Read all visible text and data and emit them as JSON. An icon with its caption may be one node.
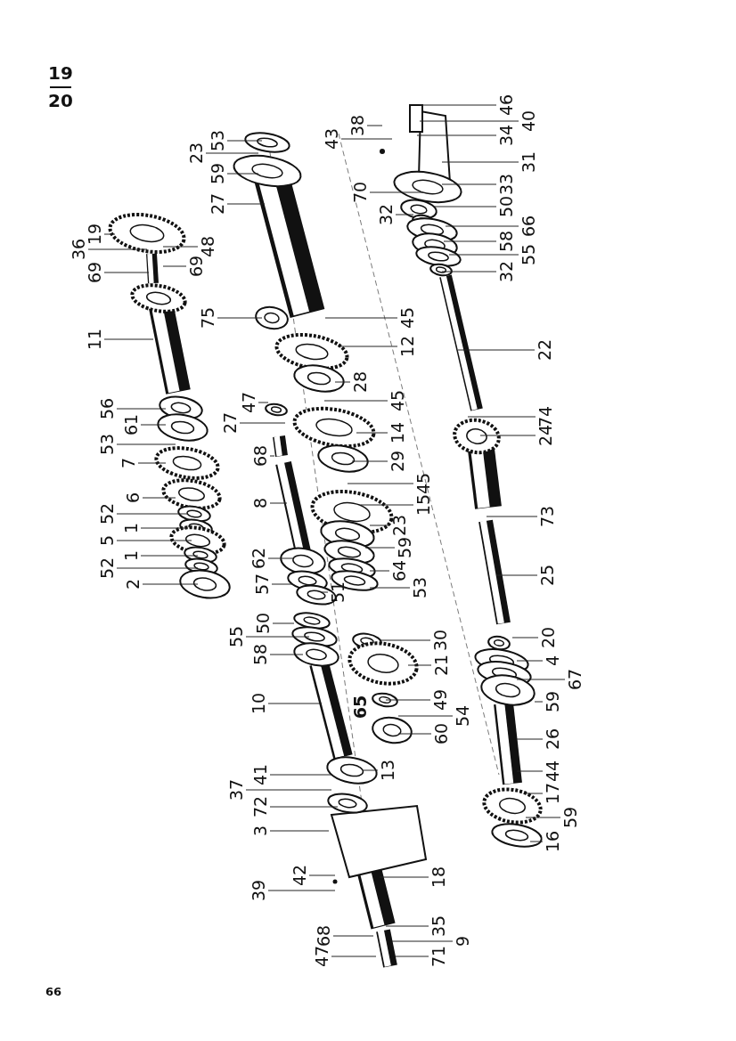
{
  "diagram": {
    "nodes": [
      {
        "text": [
          "53"
        ]
      },
      {
        "text": [
          "23"
        ]
      },
      {
        "text": [
          "59"
        ]
      },
      {
        "text": [
          "27"
        ]
      },
      {
        "text": [
          "43"
        ]
      },
      {
        "text": [
          "38"
        ]
      },
      {
        "text": [
          "46"
        ]
      },
      {
        "text": [
          "40"
        ]
      },
      {
        "text": [
          "34"
        ]
      },
      {
        "text": [
          "31"
        ]
      },
      {
        "text": [
          "33"
        ]
      },
      {
        "text": [
          "70"
        ]
      },
      {
        "text": [
          "50"
        ]
      },
      {
        "text": [
          "32"
        ]
      },
      {
        "text": [
          "66"
        ]
      },
      {
        "text": [
          "58"
        ]
      },
      {
        "text": [
          "55"
        ]
      },
      {
        "text": [
          "32"
        ]
      },
      {
        "text": [
          "19"
        ]
      },
      {
        "text": [
          "36"
        ]
      },
      {
        "text": [
          "48"
        ]
      },
      {
        "text": [
          "69"
        ]
      },
      {
        "text": [
          "69"
        ]
      },
      {
        "text": [
          "75"
        ]
      },
      {
        "text": [
          "45"
        ]
      },
      {
        "text": [
          "11"
        ]
      },
      {
        "text": [
          "12"
        ]
      },
      {
        "text": [
          "22"
        ]
      },
      {
        "text": [
          "28"
        ]
      },
      {
        "text": [
          "45"
        ]
      },
      {
        "text": [
          "56"
        ]
      },
      {
        "text": [
          "47"
        ]
      },
      {
        "text": [
          "61"
        ]
      },
      {
        "text": [
          "27"
        ]
      },
      {
        "text": [
          "74"
        ]
      },
      {
        "text": [
          "14"
        ]
      },
      {
        "text": [
          "24"
        ]
      },
      {
        "text": [
          "53"
        ]
      },
      {
        "text": [
          "68"
        ]
      },
      {
        "text": [
          "29"
        ]
      },
      {
        "text": [
          "7"
        ]
      },
      {
        "text": [
          "45"
        ]
      },
      {
        "text": [
          "6"
        ]
      },
      {
        "text": [
          "8"
        ]
      },
      {
        "text": [
          "15"
        ]
      },
      {
        "text": [
          "52"
        ]
      },
      {
        "text": [
          "73"
        ]
      },
      {
        "text": [
          "1"
        ]
      },
      {
        "text": [
          "23"
        ]
      },
      {
        "text": [
          "5"
        ]
      },
      {
        "text": [
          "59"
        ]
      },
      {
        "text": [
          "1"
        ]
      },
      {
        "text": [
          "62"
        ]
      },
      {
        "text": [
          "52"
        ]
      },
      {
        "text": [
          "64"
        ]
      },
      {
        "text": [
          "25"
        ]
      },
      {
        "text": [
          "53"
        ]
      },
      {
        "text": [
          "2"
        ]
      },
      {
        "text": [
          "57"
        ]
      },
      {
        "text": [
          "51"
        ]
      },
      {
        "text": [
          "50"
        ]
      },
      {
        "text": [
          "55"
        ]
      },
      {
        "text": [
          "30"
        ]
      },
      {
        "text": [
          "20"
        ]
      },
      {
        "text": [
          "58"
        ]
      },
      {
        "text": [
          "4"
        ]
      },
      {
        "text": [
          "21"
        ]
      },
      {
        "text": [
          "67"
        ]
      },
      {
        "text": [
          "59"
        ]
      },
      {
        "text": [
          "49"
        ]
      },
      {
        "text": [
          "10"
        ]
      },
      {
        "text": [
          "54"
        ]
      },
      {
        "text": [
          "60"
        ]
      },
      {
        "text": [
          "26"
        ]
      },
      {
        "text": [
          "13"
        ]
      },
      {
        "text": [
          "41"
        ]
      },
      {
        "text": [
          "44"
        ]
      },
      {
        "text": [
          "37"
        ]
      },
      {
        "text": [
          "17"
        ]
      },
      {
        "text": [
          "72"
        ]
      },
      {
        "text": [
          "59"
        ]
      },
      {
        "text": [
          "3"
        ]
      },
      {
        "text": [
          "16"
        ]
      },
      {
        "text": [
          "42"
        ]
      },
      {
        "text": [
          "18"
        ]
      },
      {
        "text": [
          "39"
        ]
      },
      {
        "text": [
          "35"
        ]
      },
      {
        "text": [
          "68"
        ]
      },
      {
        "text": [
          "9"
        ]
      },
      {
        "text": [
          "47"
        ]
      },
      {
        "text": [
          "71"
        ]
      }
    ],
    "edges": [
      {
        "from": 0,
        "to": null,
        "arrow": "none"
      },
      {
        "from": 1,
        "to": null,
        "arrow": "none"
      },
      {
        "from": 2,
        "to": null,
        "arrow": "none"
      },
      {
        "from": 3,
        "to": null,
        "arrow": "none"
      },
      {
        "from": 4,
        "to": null,
        "arrow": "none"
      },
      {
        "from": 5,
        "to": null,
        "arrow": "none"
      },
      {
        "from": 6,
        "to": null,
        "arrow": "none"
      },
      {
        "from": 7,
        "to": null,
        "arrow": "none"
      },
      {
        "from": 8,
        "to": null,
        "arrow": "none"
      },
      {
        "from": 9,
        "to": null,
        "arrow": "none"
      },
      {
        "from": 10,
        "to": null,
        "arrow": "none"
      },
      {
        "from": 11,
        "to": null,
        "arrow": "none"
      },
      {
        "from": 12,
        "to": null,
        "arrow": "none"
      },
      {
        "from": 13,
        "to": null,
        "arrow": "none"
      },
      {
        "from": 14,
        "to": null,
        "arrow": "none"
      },
      {
        "from": 15,
        "to": null,
        "arrow": "none"
      },
      {
        "from": 16,
        "to": null,
        "arrow": "none"
      },
      {
        "from": 17,
        "to": null,
        "arrow": "none"
      },
      {
        "from": 18,
        "to": null,
        "arrow": "none"
      },
      {
        "from": 19,
        "to": null,
        "arrow": "none"
      },
      {
        "from": 20,
        "to": null,
        "arrow": "none"
      },
      {
        "from": 21,
        "to": null,
        "arrow": "none"
      },
      {
        "from": 22,
        "to": null,
        "arrow": "none"
      },
      {
        "from": 23,
        "to": null,
        "arrow": "none"
      },
      {
        "from": 24,
        "to": null,
        "arrow": "none"
      },
      {
        "from": 25,
        "to": null,
        "arrow": "none"
      },
      {
        "from": 26,
        "to": null,
        "arrow": "none"
      },
      {
        "from": 27,
        "to": null,
        "arrow": "none"
      },
      {
        "from": 28,
        "to": null,
        "arrow": "none"
      },
      {
        "from": 29,
        "to": null,
        "arrow": "none"
      },
      {
        "from": 30,
        "to": null,
        "arrow": "none"
      },
      {
        "from": 31,
        "to": null,
        "arrow": "none"
      },
      {
        "from": 32,
        "to": null,
        "arrow": "none"
      },
      {
        "from": 33,
        "to": null,
        "arrow": "none"
      },
      {
        "from": 34,
        "to": null,
        "arrow": "none"
      },
      {
        "from": 35,
        "to": null,
        "arrow": "none"
      },
      {
        "from": 36,
        "to": null,
        "arrow": "none"
      },
      {
        "from": 37,
        "to": null,
        "arrow": "none"
      },
      {
        "from": 38,
        "to": null,
        "arrow": "none"
      },
      {
        "from": 39,
        "to": null,
        "arrow": "none"
      },
      {
        "from": 40,
        "to": null,
        "arrow": "none"
      },
      {
        "from": 41,
        "to": null,
        "arrow": "none"
      },
      {
        "from": 42,
        "to": null,
        "arrow": "none"
      },
      {
        "from": 43,
        "to": null,
        "arrow": "none"
      },
      {
        "from": 44,
        "to": null,
        "arrow": "none"
      },
      {
        "from": 45,
        "to": null,
        "arrow": "none"
      },
      {
        "from": 46,
        "to": null,
        "arrow": "none"
      },
      {
        "from": 47,
        "to": null,
        "arrow": "none"
      },
      {
        "from": 48,
        "to": null,
        "arrow": "none"
      },
      {
        "from": 49,
        "to": null,
        "arrow": "none"
      },
      {
        "from": 50,
        "to": null,
        "arrow": "none"
      },
      {
        "from": 51,
        "to": null,
        "arrow": "none"
      },
      {
        "from": 52,
        "to": null,
        "arrow": "none"
      },
      {
        "from": 53,
        "to": null,
        "arrow": "none"
      },
      {
        "from": 54,
        "to": null,
        "arrow": "none"
      },
      {
        "from": 55,
        "to": null,
        "arrow": "none"
      },
      {
        "from": 56,
        "to": null,
        "arrow": "none"
      },
      {
        "from": 57,
        "to": null,
        "arrow": "none"
      },
      {
        "from": 58,
        "to": null,
        "arrow": "none"
      },
      {
        "from": 59,
        "to": null,
        "arrow": "none"
      },
      {
        "from": 60,
        "to": null,
        "arrow": "none"
      },
      {
        "from": 61,
        "to": null,
        "arrow": "none"
      },
      {
        "from": 62,
        "to": null,
        "arrow": "none"
      },
      {
        "from": 63,
        "to": null,
        "arrow": "none"
      },
      {
        "from": 64,
        "to": null,
        "arrow": "none"
      },
      {
        "from": 65,
        "to": null,
        "arrow": "none"
      },
      {
        "from": 66,
        "to": null,
        "arrow": "none"
      },
      {
        "from": 67,
        "to": null,
        "arrow": "none"
      },
      {
        "from": 68,
        "to": null,
        "arrow": "none"
      },
      {
        "from": 69,
        "to": null,
        "arrow": "none"
      },
      {
        "from": 70,
        "to": null,
        "arrow": "none"
      },
      {
        "from": 71,
        "to": null,
        "arrow": "none"
      },
      {
        "from": 72,
        "to": null,
        "arrow": "none"
      },
      {
        "from": 73,
        "to": null,
        "arrow": "none"
      },
      {
        "from": 74,
        "to": null,
        "arrow": "none"
      },
      {
        "from": 75,
        "to": null,
        "arrow": "none"
      },
      {
        "from": 76,
        "to": null,
        "arrow": "none"
      },
      {
        "from": 77,
        "to": null,
        "arrow": "none"
      },
      {
        "from": 78,
        "to": null,
        "arrow": "none"
      },
      {
        "from": 79,
        "to": null,
        "arrow": "none"
      },
      {
        "from": 80,
        "to": null,
        "arrow": "none"
      },
      {
        "from": 81,
        "to": null,
        "arrow": "none"
      },
      {
        "from": 82,
        "to": null,
        "arrow": "none"
      },
      {
        "from": 83,
        "to": null,
        "arrow": "none"
      },
      {
        "from": 84,
        "to": null,
        "arrow": "none"
      },
      {
        "from": 85,
        "to": null,
        "arrow": "none"
      },
      {
        "from": 86,
        "to": null,
        "arrow": "none"
      },
      {
        "from": 87,
        "to": null,
        "arrow": "none"
      },
      {
        "from": 88,
        "to": null,
        "arrow": "none"
      },
      {
        "from": 89,
        "to": null,
        "arrow": "none"
      },
      {
        "from": 90,
        "to": null,
        "arrow": "none"
      }
    ],
    "labels": [
      "19",
      "20",
      "65",
      "66"
    ]
  }
}
